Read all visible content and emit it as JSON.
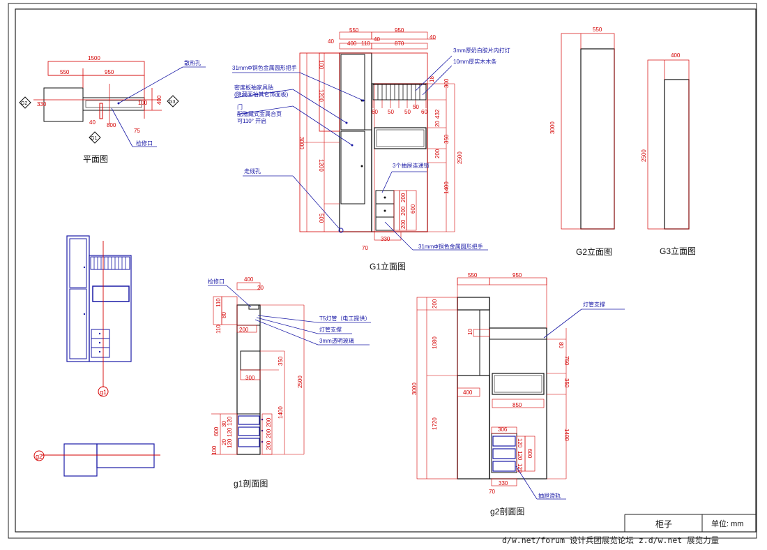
{
  "titleblock": {
    "name": "柜子",
    "unit": "单位: mm"
  },
  "footer": {
    "text": "d/w.net/forum 设计兵团展览论坛    z.d/w.net 展览力量"
  },
  "titles": {
    "plan": "平面图",
    "g1_elev": "G1立面图",
    "g2_elev": "G2立面图",
    "g3_elev": "G3立面图",
    "g1_sec": "g1剖面图",
    "g2_sec": "g2剖面图"
  },
  "markers": {
    "g1": "G1",
    "g2": "G2",
    "g3": "G3",
    "s1": "g1",
    "s2": "g2"
  },
  "plan": {
    "d1500": "1500",
    "d550": "550",
    "d950": "950",
    "d400": "400",
    "d40": "40",
    "d800": "800",
    "d75": "75",
    "d330": "330",
    "d100": "100",
    "vent": "散热孔",
    "access": "检修口"
  },
  "g1": {
    "top": [
      "550",
      "950",
      "40",
      "400",
      "110",
      "40",
      "870",
      "40"
    ],
    "left": [
      "100",
      "1200",
      "3000",
      "1200",
      "500"
    ],
    "right": [
      "300",
      "432",
      "20",
      "350",
      "200",
      "2500",
      "1400",
      "18"
    ],
    "draw": [
      "60",
      "50",
      "50",
      "50",
      "60",
      "200",
      "200",
      "200",
      "600",
      "330",
      "70"
    ],
    "notes": {
      "handle": "31mmΦ铜色金属圆形把手",
      "mdf1": "密度板袖家具贴",
      "mdf2": "(隐藏面袖其它饰面板)",
      "door1": "门",
      "door2": "配隐藏式金属合页",
      "door3": "可110° 开启",
      "cable": "走线孔",
      "film": "3mm厚奶白胶片内打灯",
      "wood": "10mm厚实木木条",
      "drawers": "3个抽屉连通锁",
      "handle2": "31mmΦ铜色金属圆形把手"
    }
  },
  "g2e": {
    "w": "550",
    "h": "3000"
  },
  "g3e": {
    "w": "400",
    "h": "2500"
  },
  "g1s": {
    "dims": [
      "400",
      "20",
      "110",
      "80",
      "110",
      "200",
      "350",
      "300",
      "2500",
      "1400",
      "600",
      "120",
      "120",
      "120",
      "200",
      "200",
      "200",
      "100",
      "30",
      "20"
    ],
    "notes": {
      "access": "检修口",
      "t5": "T5灯管（电工提供）",
      "bracket": "灯管支撑",
      "glass": "3mm透明玻璃"
    }
  },
  "g2s": {
    "dims": [
      "550",
      "950",
      "200",
      "1080",
      "3000",
      "1720",
      "10",
      "80",
      "750",
      "400",
      "350",
      "850",
      "306",
      "120",
      "120",
      "120",
      "600",
      "1400",
      "330",
      "70"
    ],
    "notes": {
      "bracket": "灯管支撑",
      "slide": "抽屉滑轨"
    }
  }
}
